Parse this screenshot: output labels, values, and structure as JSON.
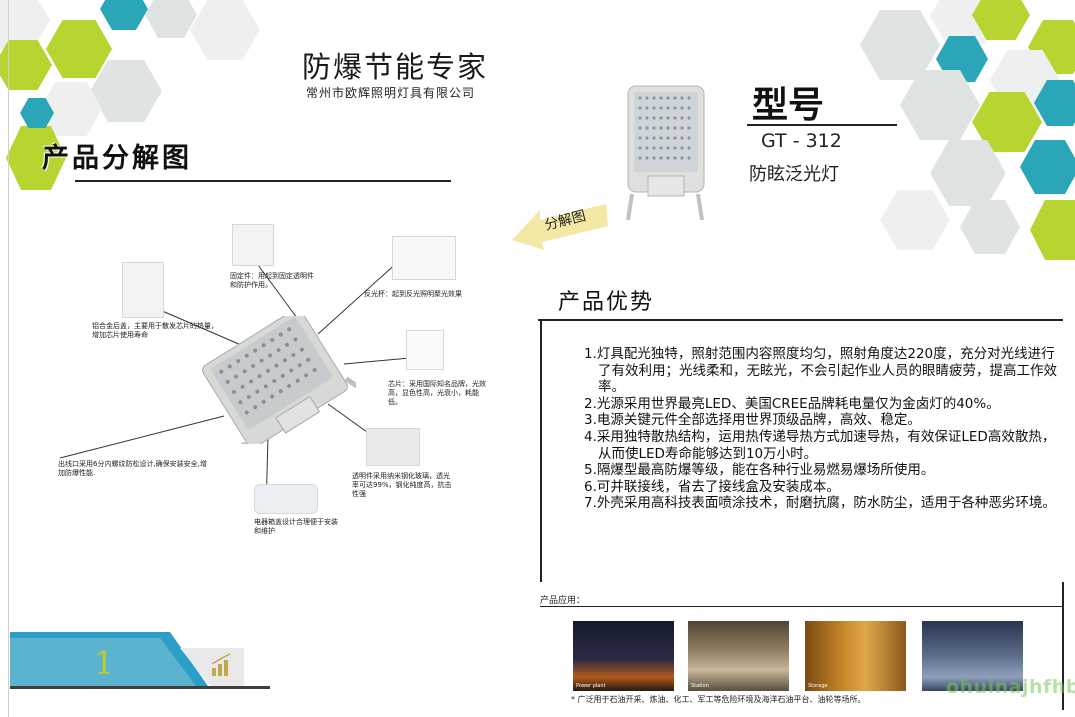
{
  "header": {
    "brand_title": "防爆节能专家",
    "brand_subtitle": "常州市欧辉照明灯具有限公司"
  },
  "exploded_view": {
    "title": "产品分解图",
    "callouts": [
      {
        "id": "fixing",
        "text": "固定件：用起到固定透明件和防护作用。"
      },
      {
        "id": "reflector",
        "text": "反光杯：起到反光照明聚光效果"
      },
      {
        "id": "back_cover",
        "text": "铝合金后盖，主要用于散发芯片的热量，增加芯片使用寿命"
      },
      {
        "id": "chip",
        "text": "芯片：采用国际知名品牌，光效高，显色性高，光衰小，耗能低。"
      },
      {
        "id": "cable_inlet",
        "text": "出线口采用6分内螺纹防松设计,确保安装安全,增加防爆性能."
      },
      {
        "id": "glass",
        "text": "透明件采用纳米钢化玻璃，透光率可达99%，钢化纯度高，抗击性强"
      },
      {
        "id": "box_cover",
        "text": "电器箱盖设计合理便于安装和维护"
      }
    ]
  },
  "model": {
    "label": "型号",
    "number": "GT - 312",
    "name": "防眩泛光灯"
  },
  "decomp_badge": "分解图",
  "advantages": {
    "title": "产品优势",
    "items": [
      "1.灯具配光独特，照射范围内容照度均匀，照射角度达220度，充分对光线进行了有效利用；光线柔和，无眩光，不会引起作业人员的眼睛疲劳，提高工作效率。",
      "2.光源采用世界最亮LED、美国CREE品牌耗电量仅为金卤灯的40%。",
      "3.电源关键元件全部选择用世界顶级品牌，高效、稳定。",
      "4.采用独特散热结构，运用热传递导热方式加速导热，有效保证LED高效散热，从而使LED寿命能够达到10万小时。",
      "5.隔爆型最高防爆等级，能在各种行业易燃易爆场所使用。",
      "6.可并联接线，省去了接线盒及安装成本。",
      "7.外壳采用高科技表面喷涂技术，耐磨抗腐，防水防尘，适用于各种恶劣环境。"
    ]
  },
  "applications": {
    "label": "产品应用：",
    "photos": [
      {
        "caption": "Power plant",
        "color": "#1d2238"
      },
      {
        "caption": "Station",
        "color": "#6b5a45"
      },
      {
        "caption": "Storage",
        "color": "#a8721c"
      },
      {
        "caption": "",
        "color": "#3d4d66"
      }
    ],
    "note": "* 广泛用于石油开采、炼油、化工、军工等危险环境及海洋石油平台、油轮等场所。"
  },
  "footer": {
    "page_number": "1",
    "watermark": "ohuinajhfhb.com"
  },
  "colors": {
    "hex_green": "#b7d531",
    "hex_teal": "#2aa6b8",
    "arrow_yellow": "#f4e9a4"
  }
}
